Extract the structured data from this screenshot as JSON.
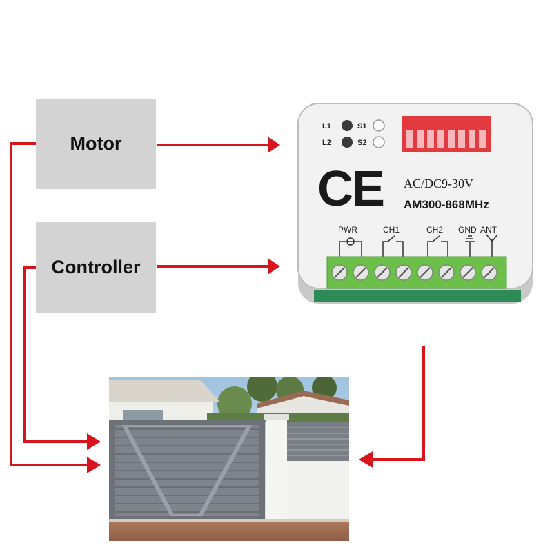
{
  "boxes": {
    "motor": "Motor",
    "controller": "Controller"
  },
  "receiver": {
    "led_labels": [
      "L1",
      "L2"
    ],
    "button_labels": [
      "S1",
      "S2"
    ],
    "ce_mark": "CE",
    "voltage": "AC/DC9-30V",
    "model": "AM300-868MHz",
    "terminal_labels": [
      "PWR",
      "CH1",
      "CH2",
      "GND",
      "ANT"
    ],
    "dip_switch_count": 8,
    "terminal_count": 8
  },
  "colors": {
    "arrow": "#d8141d",
    "box_fill": "#d3d3d3",
    "terminal_green": "#6cc04a",
    "gate_gray": "#7f848c"
  },
  "gate_photo": {
    "icon": "sliding-gate-photo"
  }
}
